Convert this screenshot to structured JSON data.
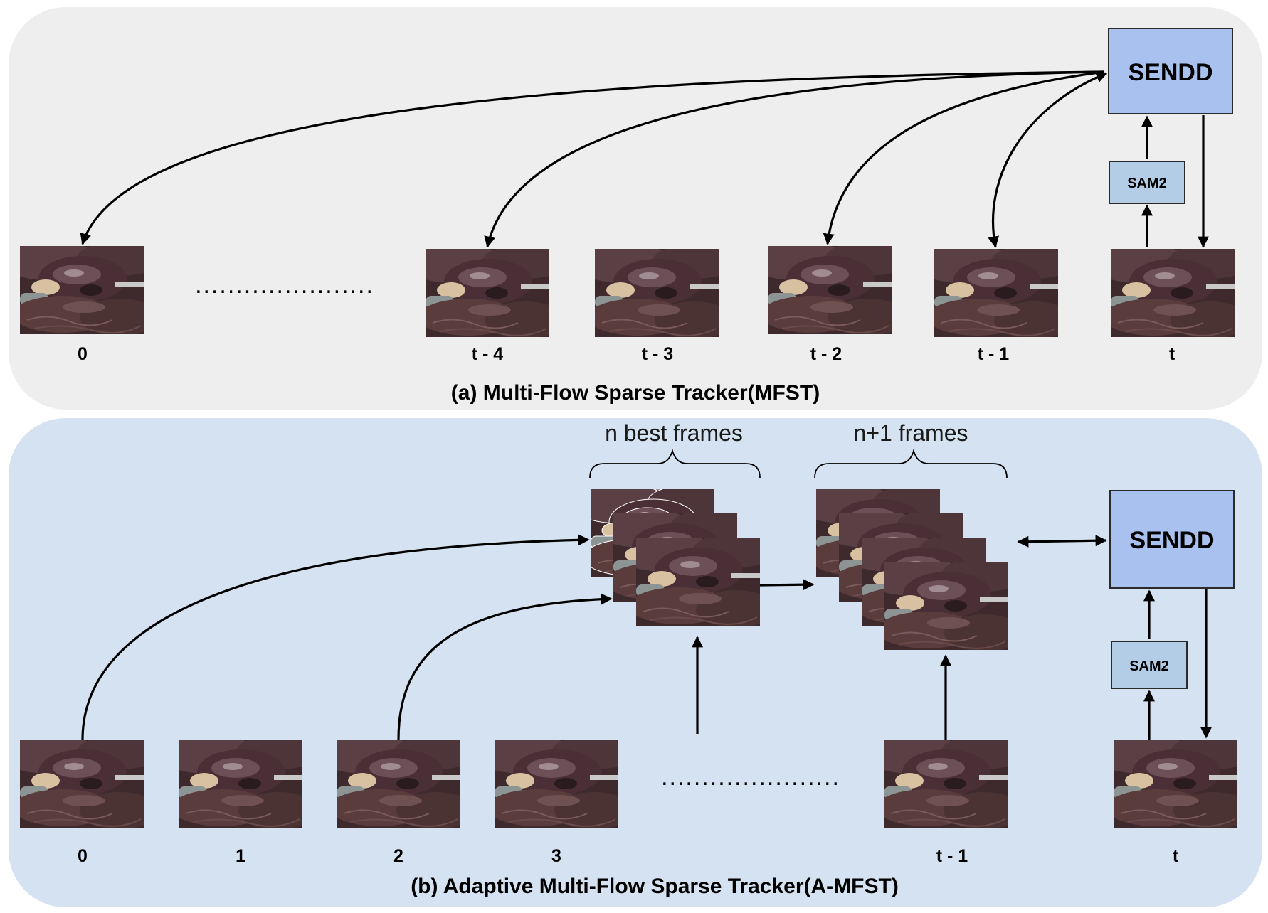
{
  "panel_a": {
    "caption": "(a) Multi-Flow Sparse Tracker(MFST)",
    "frame_labels": [
      "0",
      "t - 4",
      "t - 3",
      "t - 2",
      "t - 1",
      "t"
    ],
    "ellipsis": "......................",
    "sendd_label": "SENDD",
    "sam2_label": "SAM2",
    "background": "#eeeeee"
  },
  "panel_b": {
    "caption": "(b) Adaptive Multi-Flow Sparse Tracker(A-MFST)",
    "frame_labels": [
      "0",
      "1",
      "2",
      "3",
      "t - 1",
      "t"
    ],
    "ellipsis": "......................",
    "brace_best_label": "n best frames",
    "brace_next_label": "n+1 frames",
    "sendd_label": "SENDD",
    "sam2_label": "SAM2",
    "background": "#d5e2f1"
  },
  "colors": {
    "sendd_fill": "#a9c1ee",
    "sam2_fill": "#b3cde6",
    "arrow": "#000000"
  }
}
